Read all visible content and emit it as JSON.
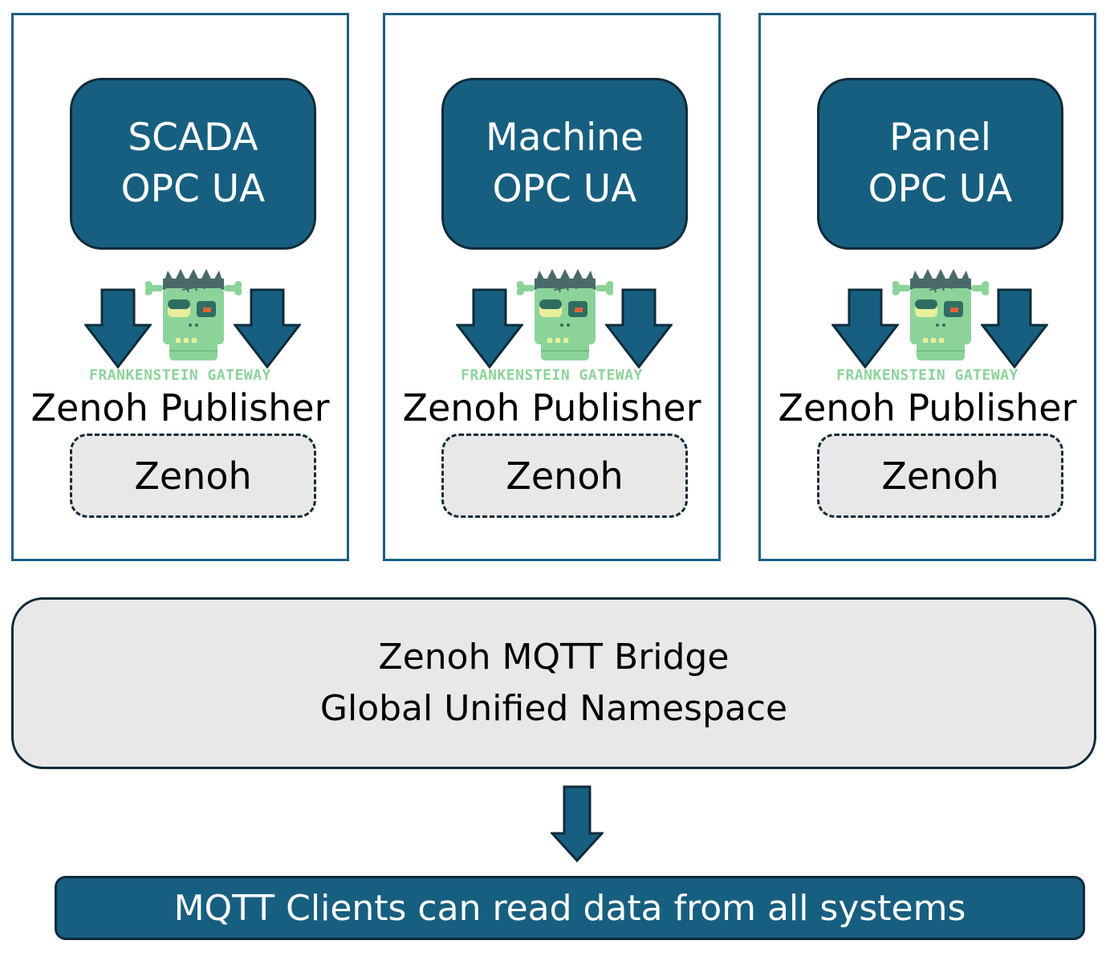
{
  "columns": [
    {
      "server_line1": "SCADA",
      "server_line2": "OPC UA",
      "gateway_caption": "FRANKENSTEIN GATEWAY",
      "publisher_label": "Zenoh Publisher",
      "zenoh_label": "Zenoh"
    },
    {
      "server_line1": "Machine",
      "server_line2": "OPC UA",
      "gateway_caption": "FRANKENSTEIN GATEWAY",
      "publisher_label": "Zenoh Publisher",
      "zenoh_label": "Zenoh"
    },
    {
      "server_line1": "Panel",
      "server_line2": "OPC UA",
      "gateway_caption": "FRANKENSTEIN GATEWAY",
      "publisher_label": "Zenoh Publisher",
      "zenoh_label": "Zenoh"
    }
  ],
  "bridge": {
    "line1": "Zenoh MQTT Bridge",
    "line2": "Global Unified Namespace"
  },
  "clients": {
    "label": "MQTT Clients can read data from all systems"
  },
  "icons": {
    "gateway": "frankenstein-head-icon",
    "flow": "down-arrow-icon"
  },
  "colors": {
    "primary": "#175f80",
    "outline": "#0f2b3a",
    "panel": "#e8e8e8",
    "gateway_green": "#8cd39a"
  }
}
